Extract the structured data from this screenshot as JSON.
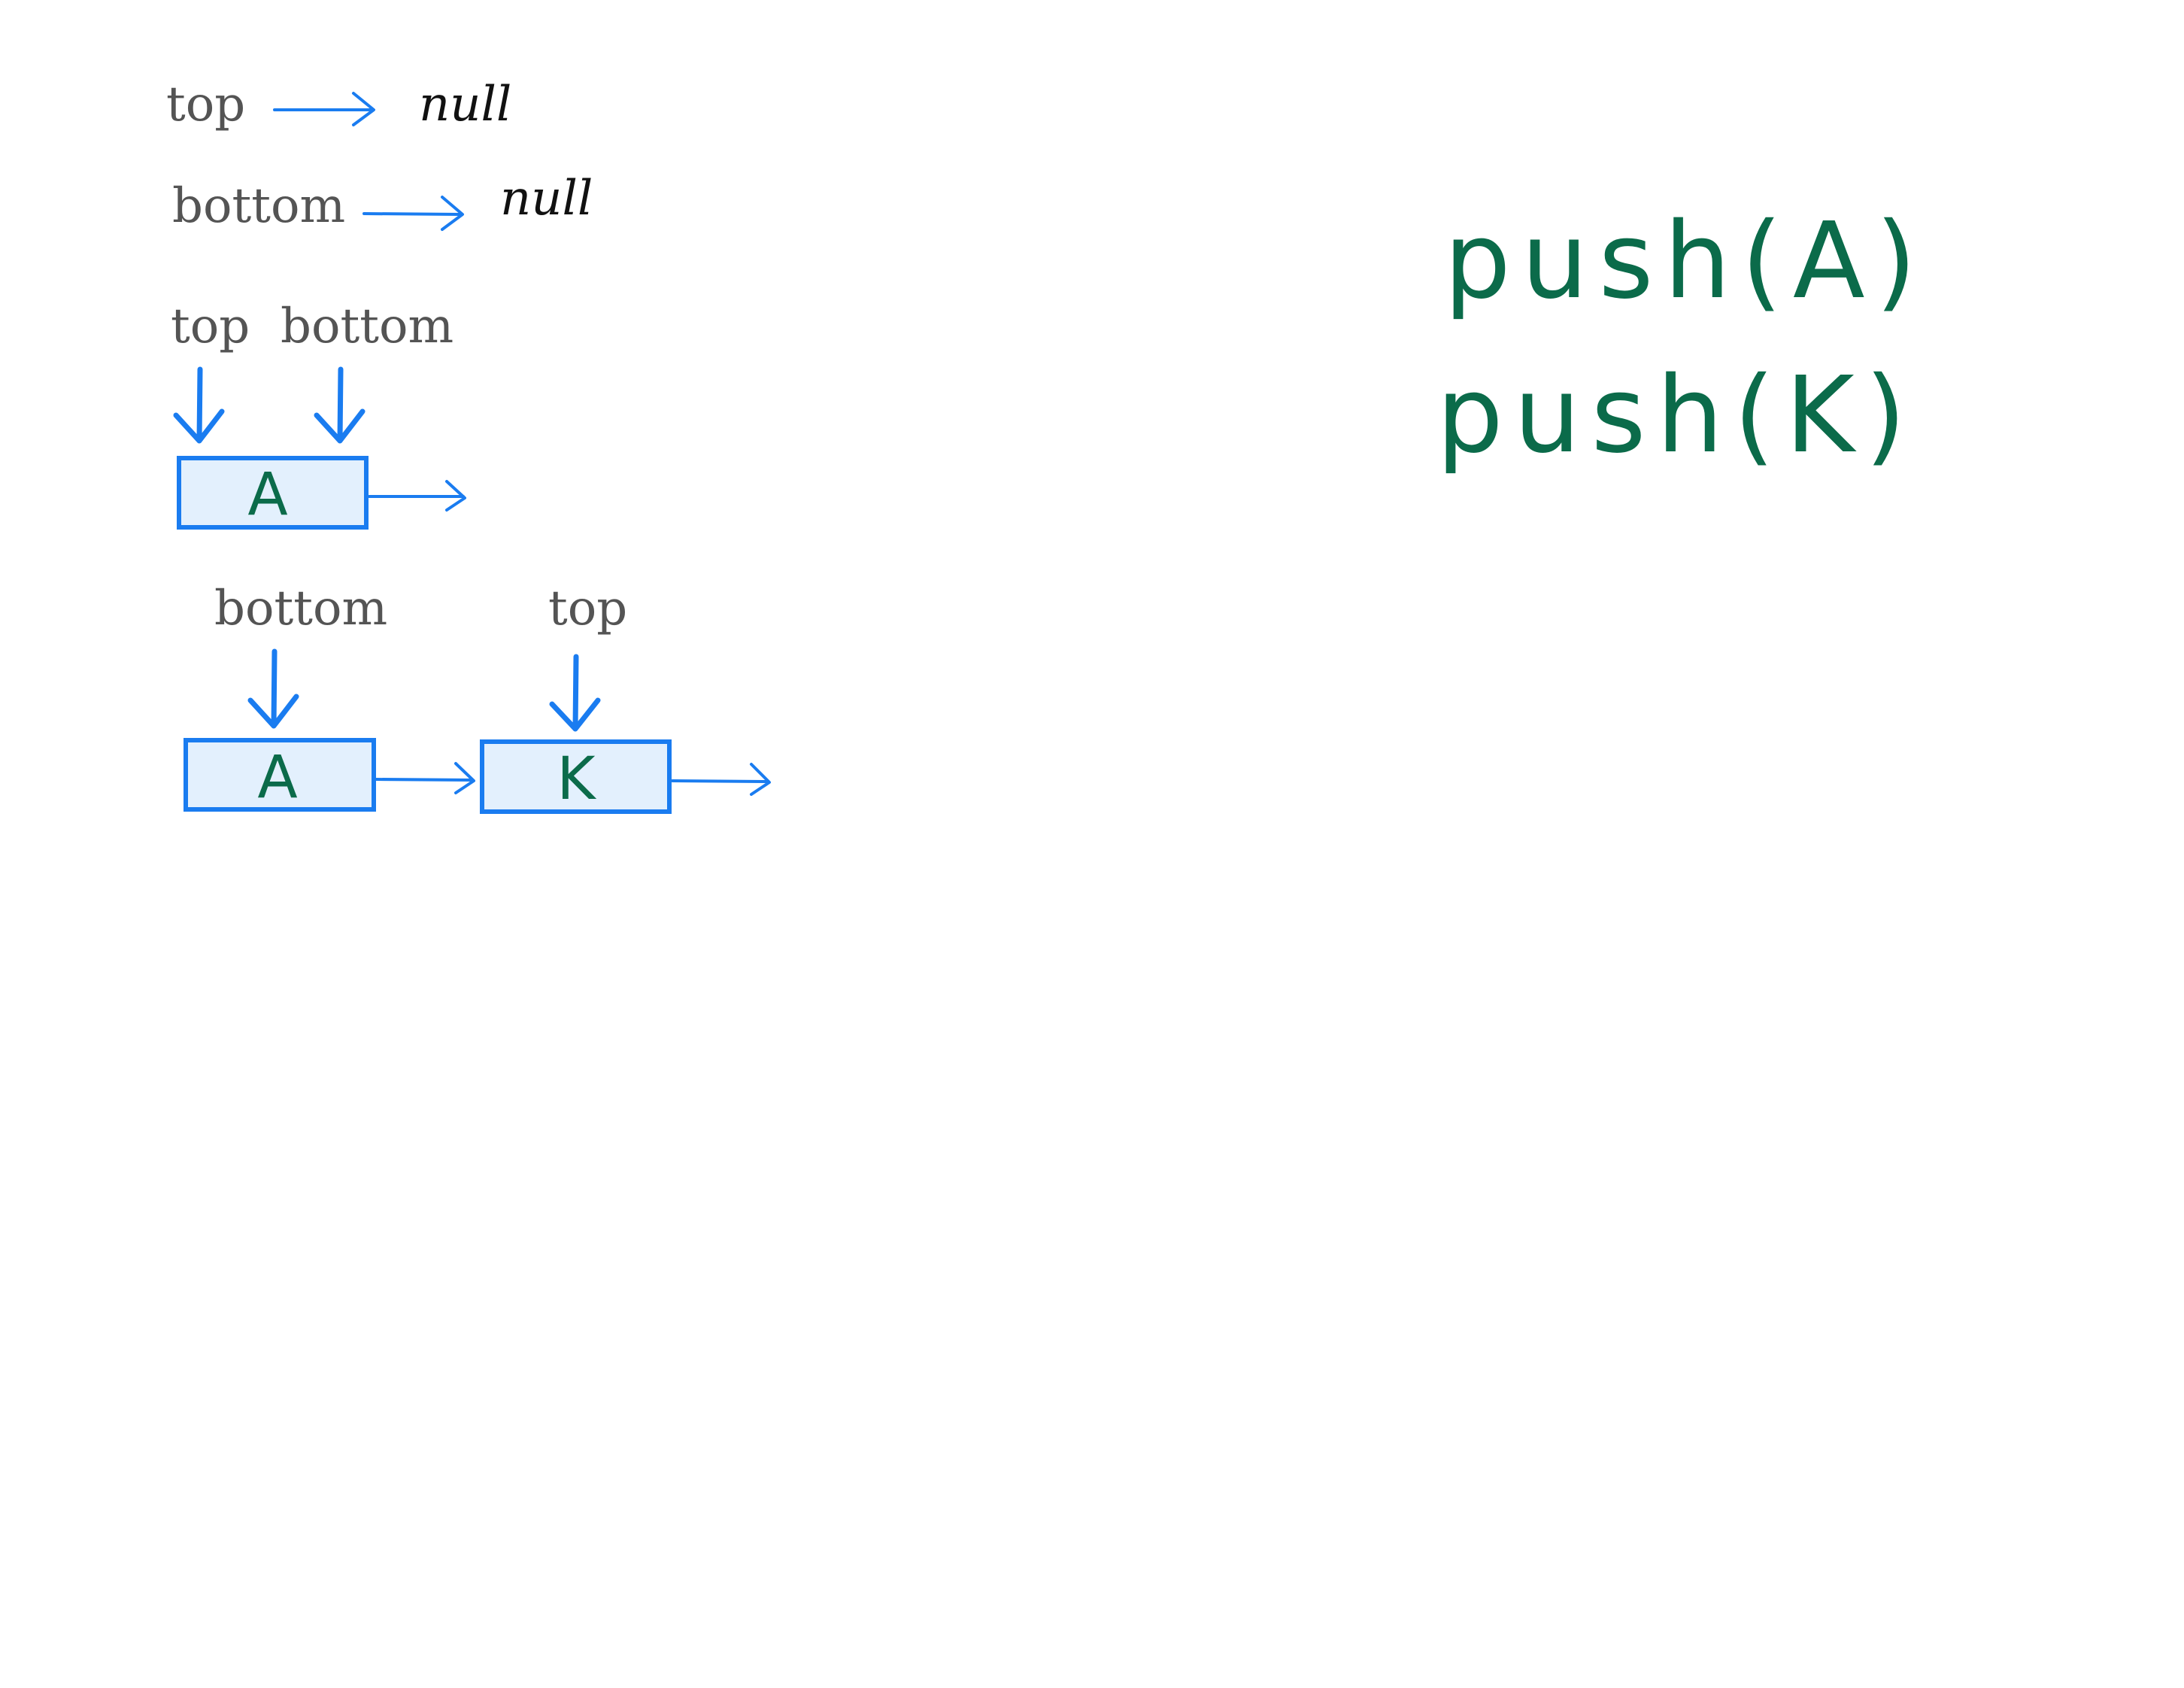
{
  "colors": {
    "pointer_label": "#545454",
    "arrow": "#1a7cf0",
    "node_fill": "#e3f0fd",
    "value": "#0b6b4a"
  },
  "initial_state": {
    "top_label": "top",
    "top_target": "null",
    "bottom_label": "bottom",
    "bottom_target": "null"
  },
  "state_one": {
    "top_label": "top",
    "bottom_label": "bottom",
    "nodes": [
      "A"
    ]
  },
  "state_two": {
    "bottom_label": "bottom",
    "top_label": "top",
    "nodes": [
      "A",
      "K"
    ]
  },
  "operations": [
    "push(A)",
    "push(K)"
  ]
}
